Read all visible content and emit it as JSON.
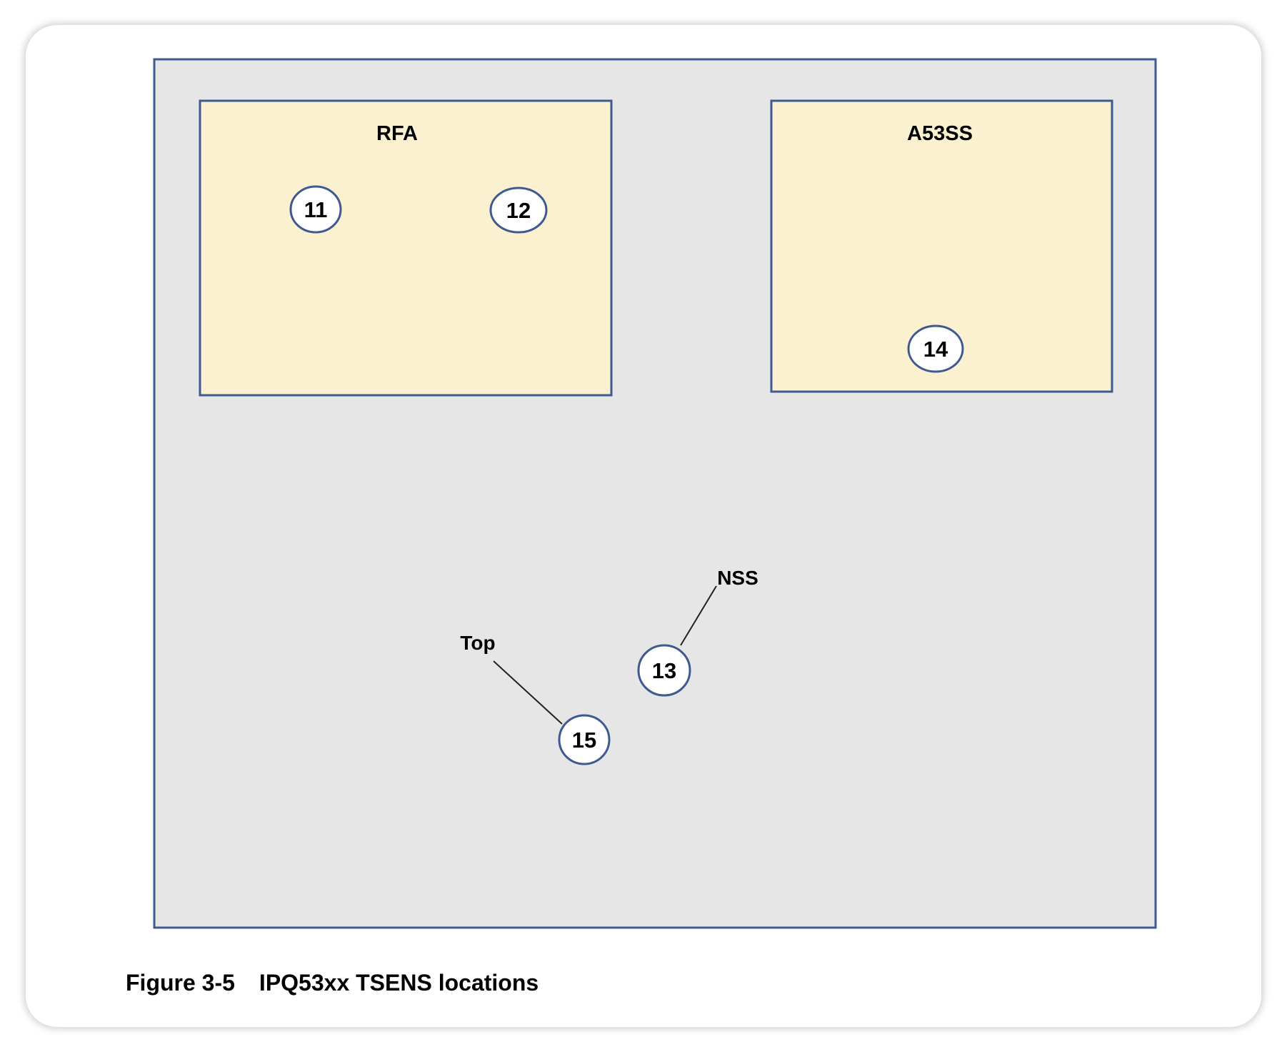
{
  "colors": {
    "chip_fill": "#e6e6e6",
    "border": "#3f5a91",
    "block_fill": "#fbf0cf",
    "sensor_fill": "#ffffff",
    "text": "#000000"
  },
  "blocks": [
    {
      "id": "rfa",
      "title": "RFA"
    },
    {
      "id": "a53ss",
      "title": "A53SS"
    }
  ],
  "sensors": [
    {
      "id": "11"
    },
    {
      "id": "12"
    },
    {
      "id": "14"
    },
    {
      "id": "13"
    },
    {
      "id": "15"
    }
  ],
  "callouts": [
    {
      "label": "NSS",
      "sensor": "13"
    },
    {
      "label": "Top",
      "sensor": "15"
    }
  ],
  "caption": {
    "figure_number": "Figure 3-5",
    "title": "IPQ53xx TSENS locations"
  }
}
